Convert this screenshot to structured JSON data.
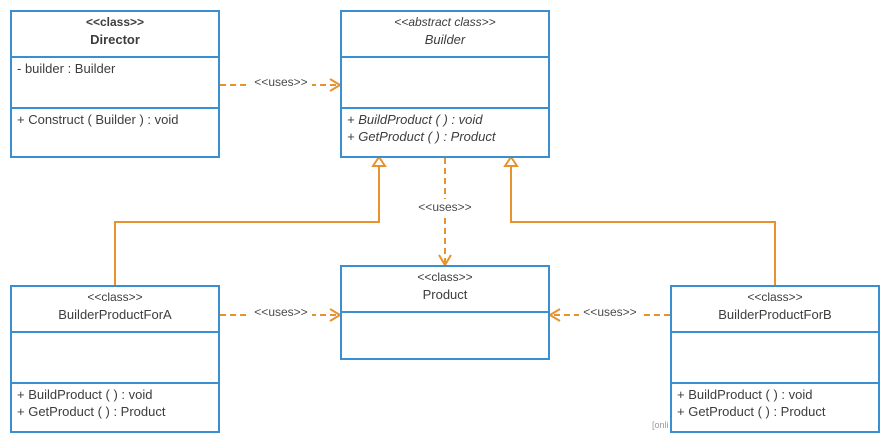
{
  "classes": {
    "director": {
      "stereotype": "<<class>>",
      "name": "Director",
      "attributes": [
        "- builder : Builder"
      ],
      "operations": [
        "+ Construct ( Builder ) : void"
      ]
    },
    "builder": {
      "stereotype": "<<abstract class>>",
      "name": "Builder",
      "attributes": [],
      "operations": [
        "+ BuildProduct ( ) : void",
        "+ GetProduct ( ) : Product"
      ]
    },
    "product": {
      "stereotype": "<<class>>",
      "name": "Product",
      "attributes": [],
      "operations": []
    },
    "builder_a": {
      "stereotype": "<<class>>",
      "name": "BuilderProductForA",
      "attributes": [],
      "operations": [
        "+ BuildProduct ( ) : void",
        "+ GetProduct ( ) : Product"
      ]
    },
    "builder_b": {
      "stereotype": "<<class>>",
      "name": "BuilderProductForB",
      "attributes": [],
      "operations": [
        "+ BuildProduct ( ) : void",
        "+ GetProduct ( ) : Product"
      ]
    }
  },
  "relations": {
    "director_builder_label": "<<uses>>",
    "builder_product_label": "<<uses>>",
    "a_product_label": "<<uses>>",
    "b_product_label": "<<uses>>"
  },
  "colors": {
    "class_border": "#3a8fd0",
    "connector": "#e8922e"
  },
  "watermark": "[onli"
}
